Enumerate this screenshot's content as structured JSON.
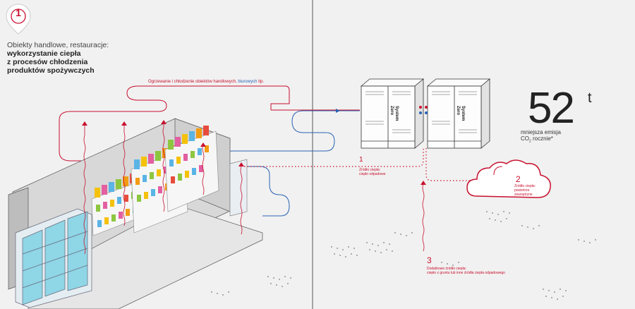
{
  "badge": {
    "number": "1"
  },
  "intro": {
    "line1": "Obiekty handlowe, restauracje:",
    "line2": "wykorzystanie ciepła",
    "line3": "z procesów chłodzenia",
    "line4": "produktów spożywczych"
  },
  "heating": {
    "part1": "Ogrzewanie i chłodzenie obiektów handlowych,",
    "part2": "biurowych",
    "part3": "itp."
  },
  "units": {
    "label_line1": "System",
    "label_line2": "Zero"
  },
  "stat": {
    "value": "52",
    "unit": "t",
    "desc_line1": "mniejsza emisja",
    "desc_line2_a": "CO",
    "desc_line2_sub": "2",
    "desc_line2_b": " rocznie*"
  },
  "source1": {
    "number": "1",
    "line1": "Źródło ciepła:",
    "line2": "ciepło odpadowe"
  },
  "source2": {
    "number": "2",
    "line1": "Źródło ciepła:",
    "line2": "powietrze",
    "line3": "zewnętrzne"
  },
  "source3": {
    "number": "3",
    "line1": "Dodatkowe źródło ciepła:",
    "line2": "ciepło z gruntu lub inne źródła ciepła odpadowego"
  },
  "colors": {
    "accent": "#c8102e",
    "blue": "#2a63b5",
    "background": "#f1f1f1",
    "line": "#333333"
  }
}
